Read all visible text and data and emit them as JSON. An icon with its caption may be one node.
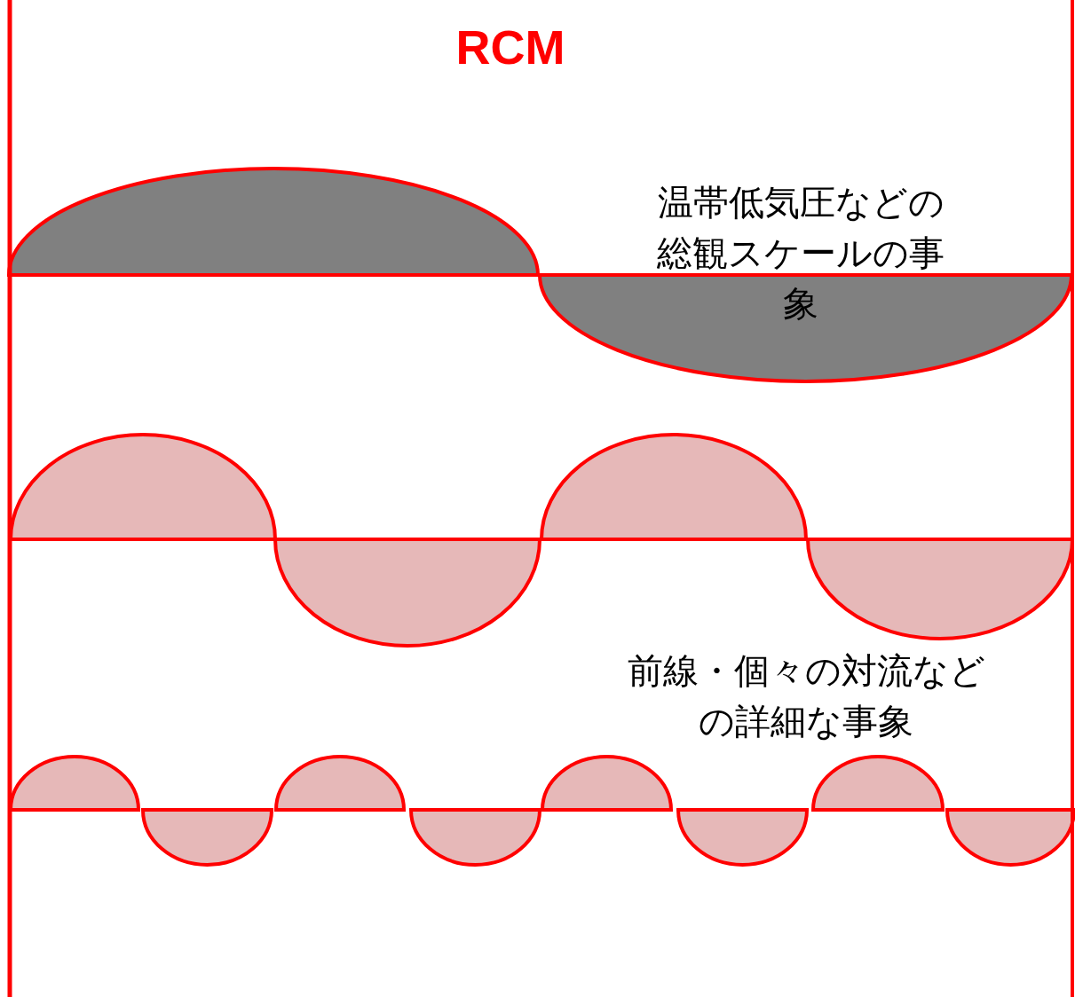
{
  "diagram": {
    "title": "RCM",
    "labels": [
      "温帯低気圧などの総観スケールの事象",
      "前線・個々の対流などの詳細な事象"
    ]
  }
}
